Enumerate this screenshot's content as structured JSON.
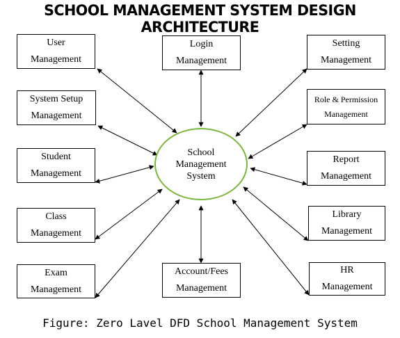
{
  "title": "School Management System Design Architecture",
  "center": "School\nManagement\nSystem",
  "modules": {
    "user": "User\nManagement",
    "login": "Login\nManagement",
    "setting": "Setting\nManagement",
    "system_setup": "System Setup\nManagement",
    "role_permission": "Role & Permission\nManagement",
    "student": "Student\nManagement",
    "report": "Report\nManagement",
    "class": "Class\nManagement",
    "library": "Library\nManagement",
    "exam": "Exam\nManagement",
    "account_fees": "Account/Fees\nManagement",
    "hr": "HR\nManagement"
  },
  "caption": "Figure: Zero Lavel DFD School Management System",
  "colors": {
    "center_border": "#79b83a",
    "line": "#000000"
  }
}
